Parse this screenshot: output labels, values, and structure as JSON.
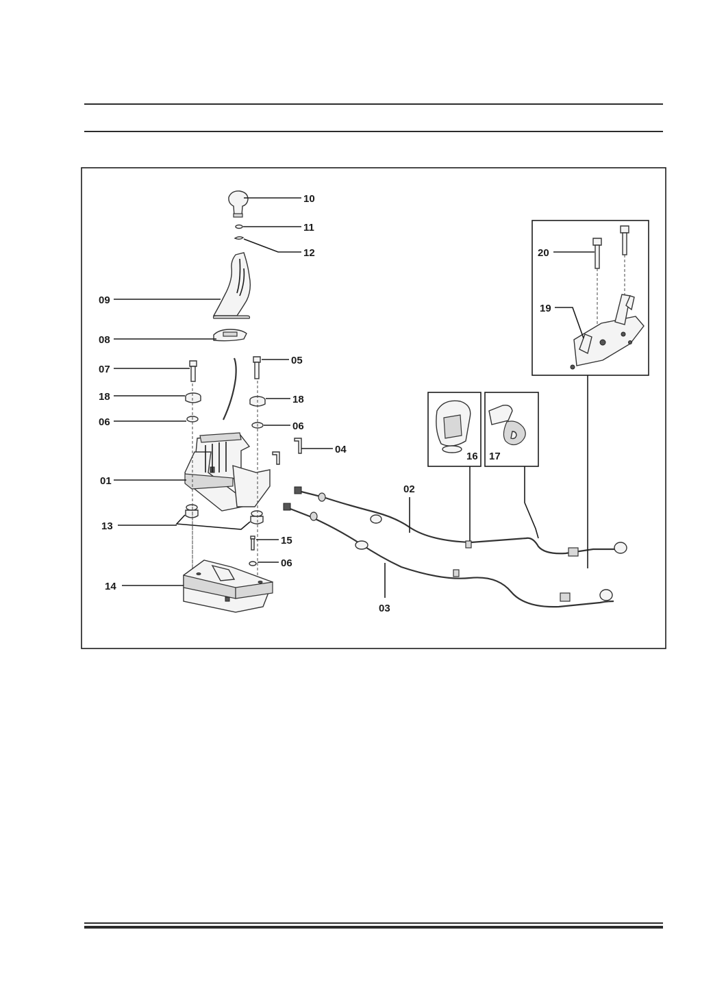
{
  "diagram": {
    "part_labels": {
      "p01": "01",
      "p02": "02",
      "p03": "03",
      "p04": "04",
      "p05": "05",
      "p06a": "06",
      "p06b": "06",
      "p06c": "06",
      "p07": "07",
      "p08": "08",
      "p09": "09",
      "p10": "10",
      "p11": "11",
      "p12": "12",
      "p13": "13",
      "p14": "14",
      "p15": "15",
      "p16": "16",
      "p17": "17",
      "p18a": "18",
      "p18b": "18",
      "p19": "19",
      "p20": "20"
    }
  }
}
